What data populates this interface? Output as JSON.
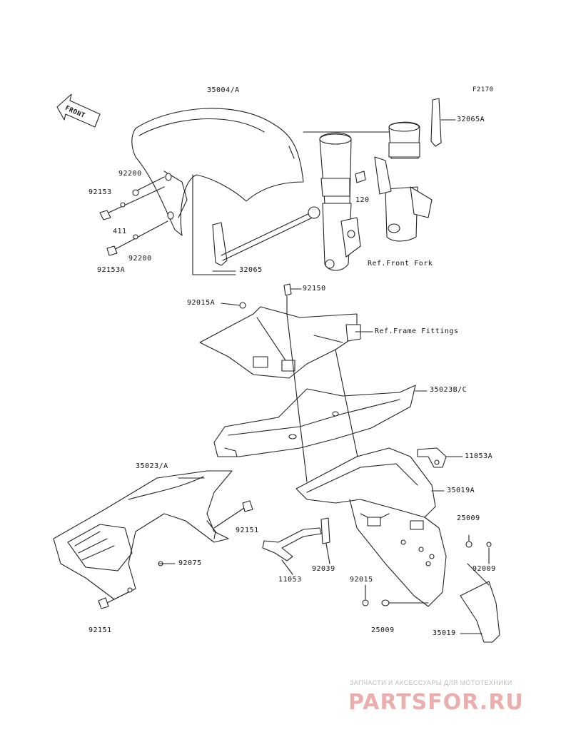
{
  "diagram": {
    "code": "F2170",
    "front_tag": "FRONT",
    "refs": {
      "front_fork": "Ref.Front Fork",
      "frame_fittings": "Ref.Frame Fittings"
    },
    "parts": {
      "p35004A": "35004/A",
      "p32065A": "32065A",
      "p92200a": "92200",
      "p92153": "92153",
      "p120": "120",
      "p411": "411",
      "p92200b": "92200",
      "p92153A": "92153A",
      "p32065": "32065",
      "p92015A": "92015A",
      "p92150": "92150",
      "p35023BC": "35023B/C",
      "p11053A": "11053A",
      "p35023A": "35023/A",
      "p35019A": "35019A",
      "p92151a": "92151",
      "p25009a": "25009",
      "p92075": "92075",
      "p92009": "92009",
      "p11053": "11053",
      "p92039": "92039",
      "p92015": "92015",
      "p92151b": "92151",
      "p25009b": "25009",
      "p35019": "35019"
    }
  },
  "watermark": {
    "tagline": "ЗАПЧАСТИ И АКСЕССУАРЫ ДЛЯ МОТОТЕХНИКИ",
    "logo": "PARTSFOR.RU",
    "color": "#e8a0a0"
  }
}
